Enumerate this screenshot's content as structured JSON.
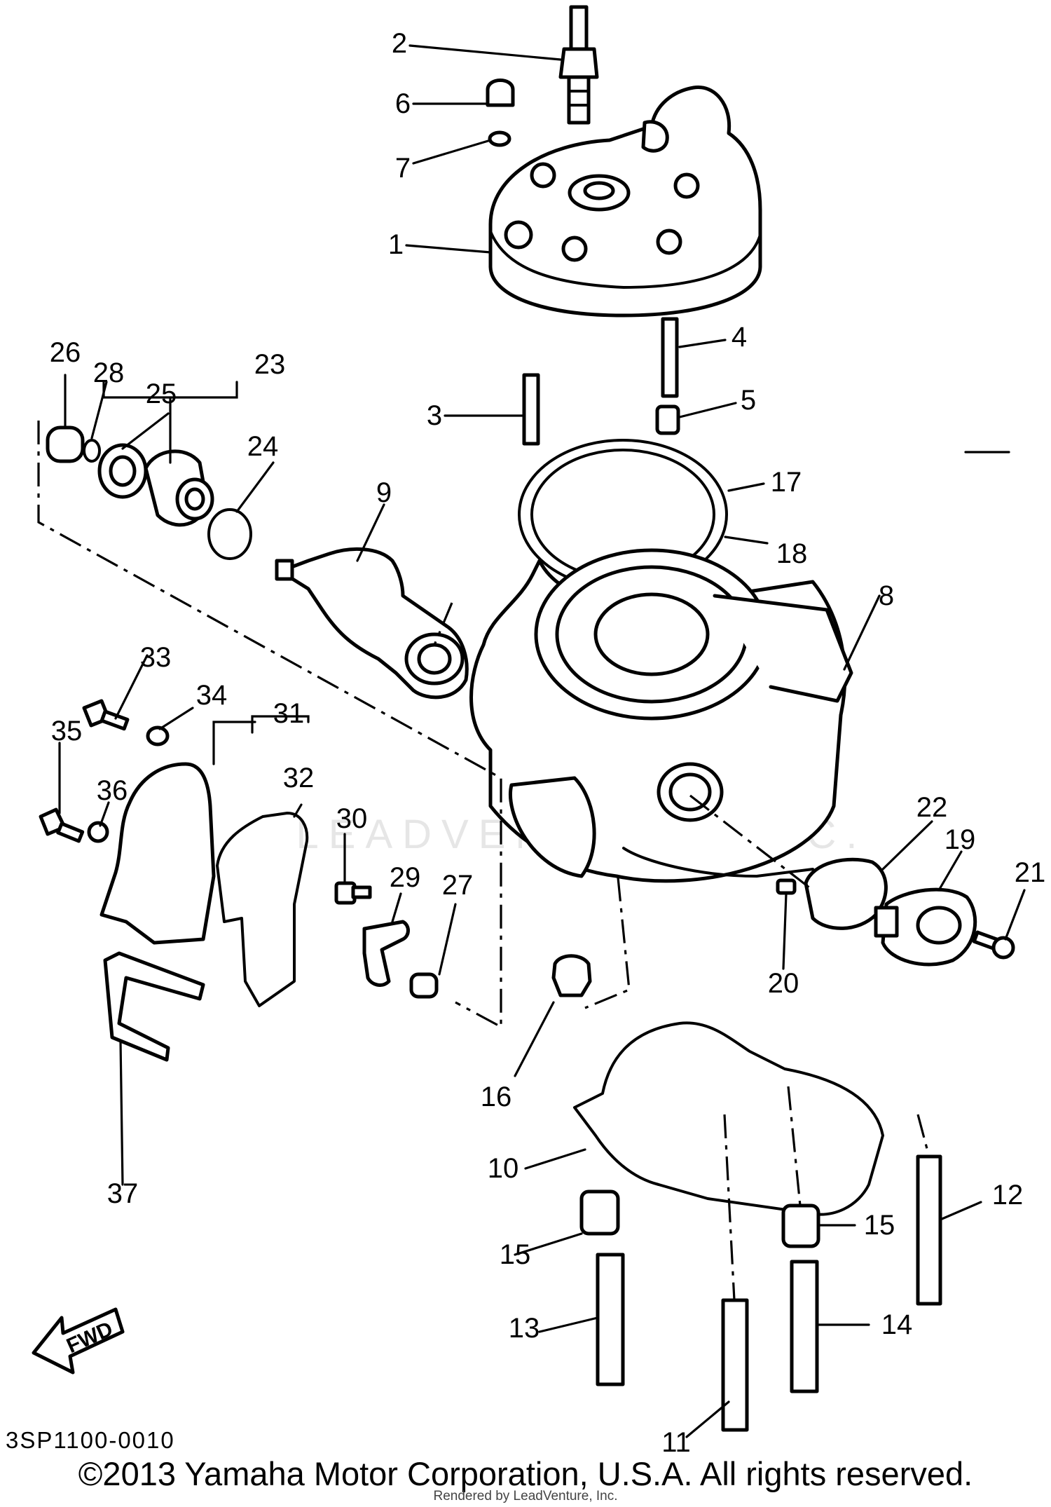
{
  "diagram": {
    "code": "3SP1100-0010",
    "copyright": "©2013 Yamaha Motor Corporation, U.S.A. All rights reserved.",
    "rendered_by": "Rendered by LeadVenture, Inc.",
    "watermark": "LEADVENTURE, INC.",
    "fwd_label": "FWD",
    "callouts": {
      "c1": "1",
      "c2": "2",
      "c3": "3",
      "c4": "4",
      "c5": "5",
      "c6": "6",
      "c7": "7",
      "c8": "8",
      "c9": "9",
      "c10": "10",
      "c11": "11",
      "c12": "12",
      "c13": "13",
      "c14": "14",
      "c15a": "15",
      "c15b": "15",
      "c16": "16",
      "c17": "17",
      "c18": "18",
      "c19": "19",
      "c20": "20",
      "c21": "21",
      "c22": "22",
      "c23": "23",
      "c24": "24",
      "c25": "25",
      "c26": "26",
      "c27": "27",
      "c28": "28",
      "c29": "29",
      "c30": "30",
      "c31": "31",
      "c32": "32",
      "c33": "33",
      "c34": "34",
      "c35": "35",
      "c36": "36",
      "c37": "37"
    }
  }
}
